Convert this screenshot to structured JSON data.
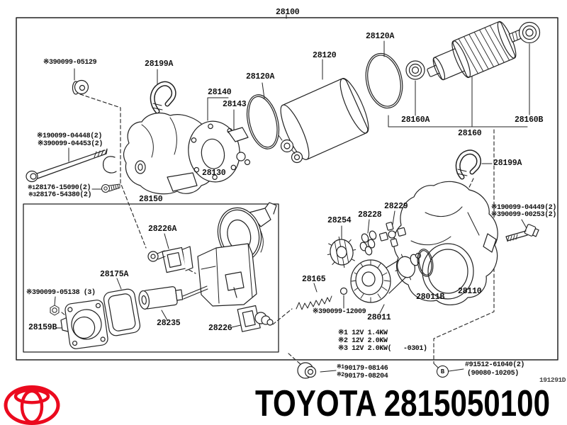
{
  "diagram": {
    "assembly_label": "28100",
    "part_labels": {
      "p28100": "28100",
      "p28120": "28120",
      "p28120a_top": "28120A",
      "p28120a_left": "28120A",
      "p28199a_left": "28199A",
      "p28199a_right": "28199A",
      "p28140": "28140",
      "p28143": "28143",
      "p28130": "28130",
      "p28150": "28150",
      "p28160a": "28160A",
      "p28160": "28160",
      "p28160b": "28160B",
      "p28110": "28110",
      "p28254": "28254",
      "p28228": "28228",
      "p28229": "28229",
      "p28165": "28165",
      "p28011": "28011",
      "p28011b": "28011B",
      "p28226a": "28226A",
      "p28235": "28235",
      "p28226": "28226",
      "p28175a": "28175A",
      "p28159b": "28159B"
    },
    "ref_labels": {
      "g05129": "※390099-05129",
      "g04448": "※190099-04448(2)",
      "g04453": "※390099-04453(2)",
      "s15090_prefix": "※1",
      "s15090": "28176-15090(2)",
      "s54380_prefix": "※3",
      "s54380": "28176-54380(2)",
      "g05138": "※390099-05138 (3)",
      "g12009": "※390099-12009",
      "g04449": "※190099-04449(2)",
      "g00253": "※390099-00253(2)",
      "n08146_prefix": "※1",
      "n08146": "90179-08146",
      "n08204_prefix": "※2",
      "n08204": "90179-08204",
      "b91512": "#91512-61040(2)",
      "b90080": "(90080-10205)"
    },
    "specs": {
      "line1": "※1 12V 1.4KW",
      "line2": "※2 12V 2.0KW",
      "line3": "※3 12V 2.0KW(   -0301)"
    },
    "b_marker": "B",
    "doc_code": "191291D"
  },
  "footer": {
    "brand": "TOYOTA",
    "part_number": "2815050100"
  },
  "colors": {
    "line": "#222222",
    "logo_red": "#eb0a1e",
    "text": "#000000"
  }
}
